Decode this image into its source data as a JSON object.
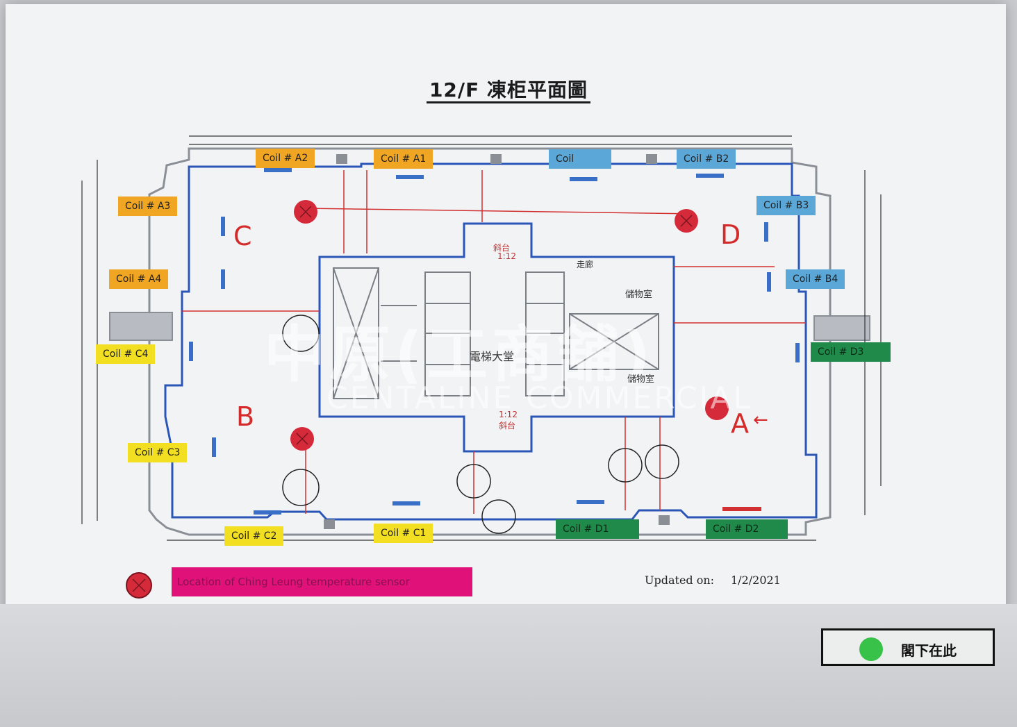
{
  "title": "12/F 凍柜平面圖",
  "coils": {
    "a1": "Coil # A1",
    "a2": "Coil # A2",
    "a3": "Coil # A3",
    "a4": "Coil # A4",
    "b1": "Coil",
    "b2": "Coil # B2",
    "b3": "Coil # B3",
    "b4": "Coil # B4",
    "c1": "Coil # C1",
    "c2": "Coil # C2",
    "c3": "Coil # C3",
    "c4": "Coil # C4",
    "d1": "Coil # D1",
    "d2": "Coil # D2",
    "d3": "Coil # D3"
  },
  "zones": {
    "a": "A",
    "b": "B",
    "c": "C",
    "d": "D"
  },
  "arrow": "←",
  "rooms": {
    "lobby": "電梯大堂",
    "corridor": "走廊",
    "store1": "儲物室",
    "store2": "儲物室",
    "ramp1": "1:12",
    "ramp1_label": "斜台",
    "ramp2": "1:12",
    "ramp2_label": "斜台"
  },
  "watermark": {
    "zh": "中原(工商舖)",
    "en": "CENTALINE COMMERCIAL"
  },
  "legend": {
    "label": "Location of Ching Leung temperature sensor"
  },
  "updated": {
    "label": "Updated on:",
    "date": "1/2/2021"
  },
  "you_are_here": "閣下在此",
  "colors": {
    "orange": "#f0a623",
    "yellow": "#f3df22",
    "blue": "#5aa7d8",
    "green": "#1f8a4a",
    "sensor": "#d42a3a",
    "legend": "#e0127a",
    "outline": "#2a56b8",
    "dimension": "#d23030"
  }
}
